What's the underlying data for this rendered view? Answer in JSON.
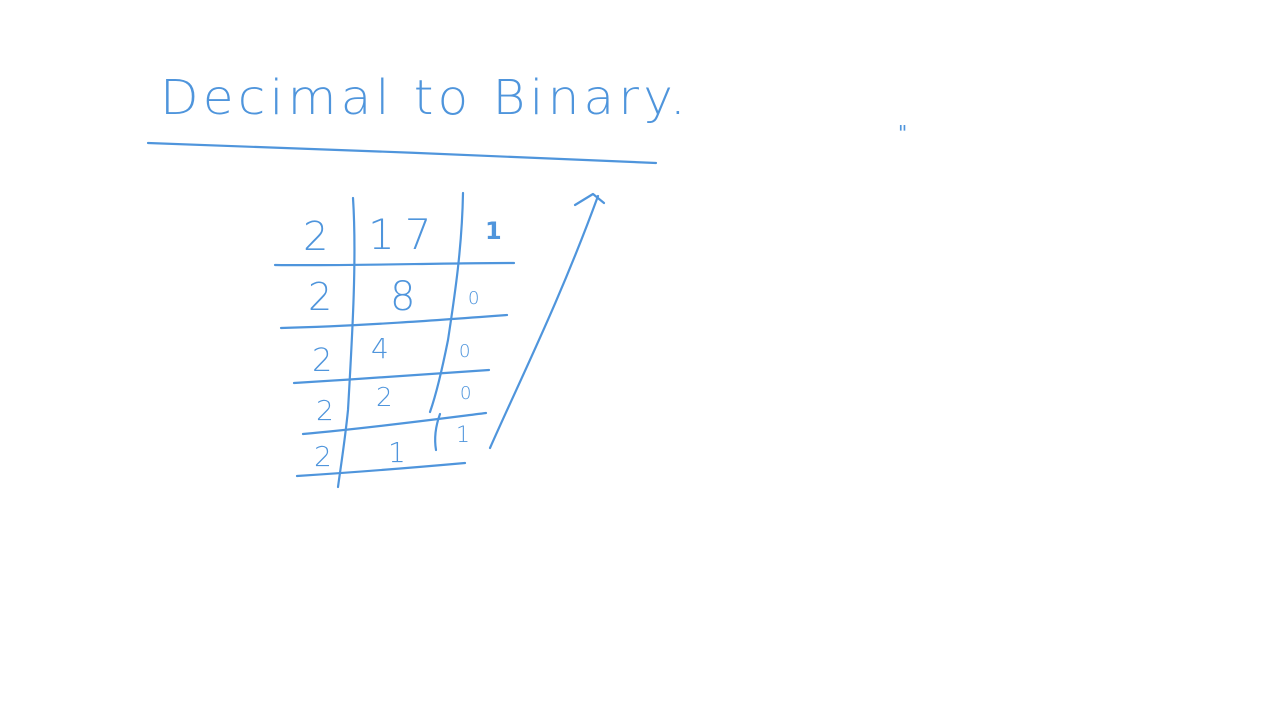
{
  "title": "Decimal to Binary.",
  "ink_color": "#4f95dc",
  "background_color": "#ffffff",
  "table": {
    "divisor_column": [
      "2",
      "2",
      "2",
      "2",
      "2"
    ],
    "quotient_column": [
      "17",
      "8",
      "4",
      "2",
      "1"
    ],
    "remainder_column": [
      "1",
      "0",
      "0",
      "0",
      "1"
    ]
  },
  "stray_mark": "\""
}
